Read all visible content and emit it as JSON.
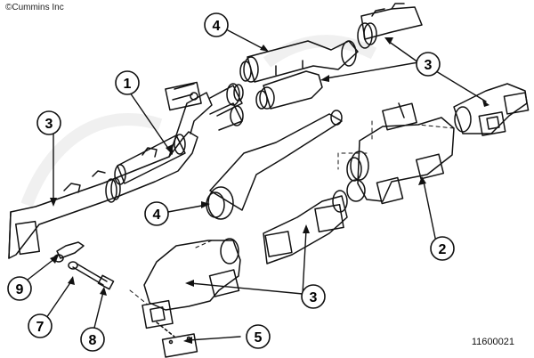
{
  "copyright": "©Cummins Inc",
  "figure_number": "11600021",
  "callouts": [
    {
      "id": "c3-left",
      "label": "3"
    },
    {
      "id": "c1",
      "label": "1"
    },
    {
      "id": "c4-top",
      "label": "4"
    },
    {
      "id": "c3-topright",
      "label": "3"
    },
    {
      "id": "c4-mid",
      "label": "4"
    },
    {
      "id": "c2",
      "label": "2"
    },
    {
      "id": "c3-bottom",
      "label": "3"
    },
    {
      "id": "c9",
      "label": "9"
    },
    {
      "id": "c7",
      "label": "7"
    },
    {
      "id": "c8",
      "label": "8"
    },
    {
      "id": "c5",
      "label": "5"
    }
  ],
  "colors": {
    "line": "#111111",
    "watermark": "#e8e8e8",
    "background": "#ffffff"
  }
}
